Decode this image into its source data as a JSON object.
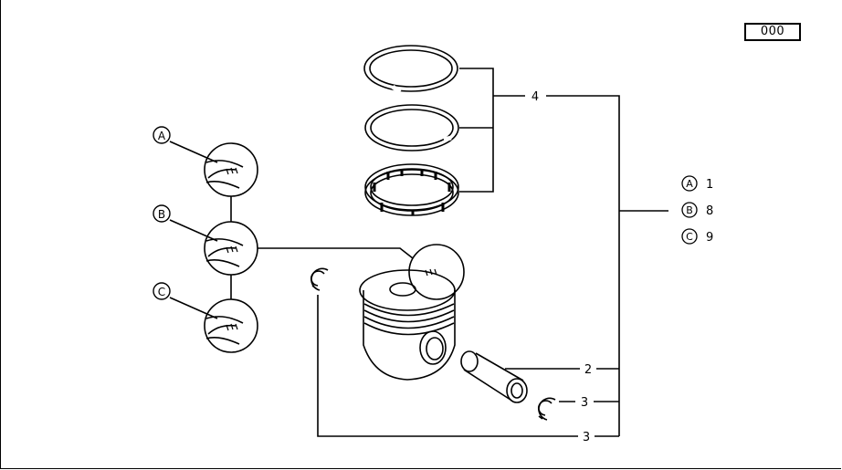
{
  "page_number": "000",
  "callouts": {
    "rings": "4",
    "pin": "2",
    "circlip_right": "3",
    "circlip_left": "3"
  },
  "detail_labels": {
    "a": "A",
    "b": "B",
    "c": "C"
  },
  "legend": [
    {
      "key": "A",
      "value": "1"
    },
    {
      "key": "B",
      "value": "8"
    },
    {
      "key": "C",
      "value": "9"
    }
  ]
}
